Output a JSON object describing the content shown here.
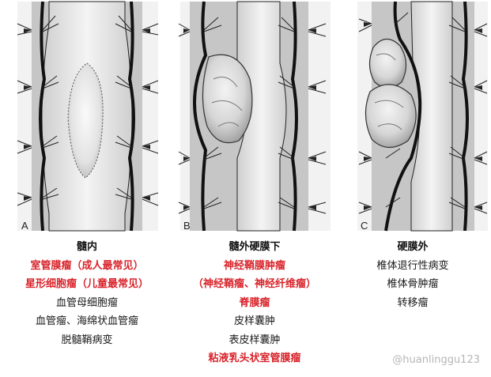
{
  "panels": [
    {
      "letter": "A",
      "title": "髓内",
      "lines": [
        {
          "text": "室管膜瘤（成人最常见）",
          "color": "red"
        },
        {
          "text": "星形细胞瘤（儿童最常见）",
          "color": "red"
        },
        {
          "text": "血管母细胞瘤",
          "color": "black"
        },
        {
          "text": "血管瘤、海绵状血管瘤",
          "color": "black"
        },
        {
          "text": "脱髓鞘病变",
          "color": "black"
        }
      ]
    },
    {
      "letter": "B",
      "title": "髓外硬膜下",
      "lines": [
        {
          "text": "神经鞘膜肿瘤",
          "color": "red"
        },
        {
          "text": "（神经鞘瘤、神经纤维瘤）",
          "color": "red"
        },
        {
          "text": "脊膜瘤",
          "color": "red"
        },
        {
          "text": "皮样囊肿",
          "color": "black"
        },
        {
          "text": "表皮样囊肿",
          "color": "black"
        },
        {
          "text": "粘液乳头状室管膜瘤",
          "color": "red"
        }
      ]
    },
    {
      "letter": "C",
      "title": "硬膜外",
      "lines": [
        {
          "text": "椎体退行性病变",
          "color": "black"
        },
        {
          "text": "椎体骨肿瘤",
          "color": "black"
        },
        {
          "text": "转移瘤",
          "color": "black"
        }
      ]
    }
  ],
  "watermark": "@huanlinggu123",
  "colors": {
    "accent_red": "#d8232a",
    "canal_gray": "#c9c9c9",
    "cord": "#e9e9e9"
  }
}
